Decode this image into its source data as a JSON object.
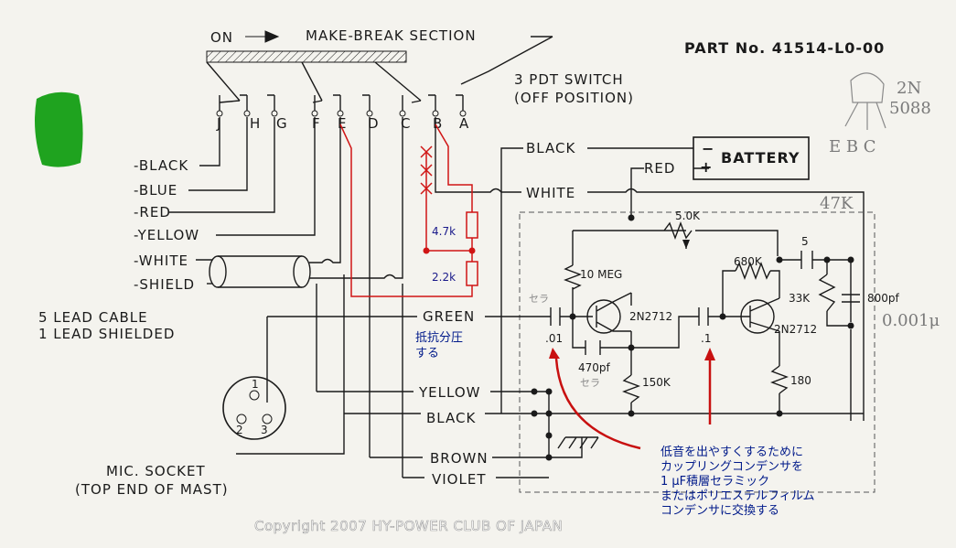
{
  "header": {
    "on_label": "ON",
    "section_label": "MAKE-BREAK SECTION",
    "part_number": "PART No. 41514-L0-00",
    "switch_line1": "3 PDT SWITCH",
    "switch_line2": "(OFF POSITION)"
  },
  "terminals": [
    "J",
    "H",
    "G",
    "F",
    "E",
    "D",
    "C",
    "B",
    "A"
  ],
  "cable_leads": [
    "-BLACK",
    "-BLUE",
    "-RED",
    "-YELLOW",
    "-WHITE",
    "-SHIELD"
  ],
  "cable_desc": [
    "5 LEAD CABLE",
    "1 LEAD SHIELDED"
  ],
  "battery": {
    "label": "BATTERY",
    "minus": "−",
    "plus": "+",
    "lead_black": "BLACK",
    "lead_red": "RED",
    "lead_white": "WHITE"
  },
  "amp_leads": [
    "GREEN",
    "YELLOW",
    "BLACK",
    "BROWN",
    "VIOLET"
  ],
  "components": {
    "pot": "5.0K",
    "r_10meg": "10 MEG",
    "q1": "2N2712",
    "q2": "2N2712",
    "r_680k": "680K",
    "c_5": "5",
    "r_33k": "33K",
    "c_800pf": "800pf",
    "c_01": ".01",
    "c_1": ".1",
    "c_470pf": "470pf",
    "r_150k": "150K",
    "r_180": "180"
  },
  "modification": {
    "r1": "4.7k",
    "r2": "2.2k",
    "note_divider": [
      "抵抗分圧",
      "する"
    ],
    "note_coupling": [
      "低音を出やすくするために",
      "カップリングコンデンサを",
      "1 μF積層セラミック",
      "またはポリエステルフィルム",
      "コンデンサに交換する"
    ]
  },
  "pencil_notes": {
    "transistor": [
      "2N",
      "5088"
    ],
    "pins": "E B C",
    "r_47k": "47K",
    "c_001": "0.001μ",
    "ceramic1": "セラ",
    "ceramic2": "セラ"
  },
  "mic_socket": {
    "pins": [
      "1",
      "2",
      "3"
    ],
    "label": [
      "MIC. SOCKET",
      "(TOP END OF MAST)"
    ]
  },
  "copyright": "Copyright 2007 HY-POWER CLUB OF JAPAN",
  "colors": {
    "ink": "#1a1a1a",
    "red_mod": "#d01515",
    "blue_note": "#001a8a",
    "green_mark": "#1fa31f",
    "paper": "#f4f3ee"
  }
}
